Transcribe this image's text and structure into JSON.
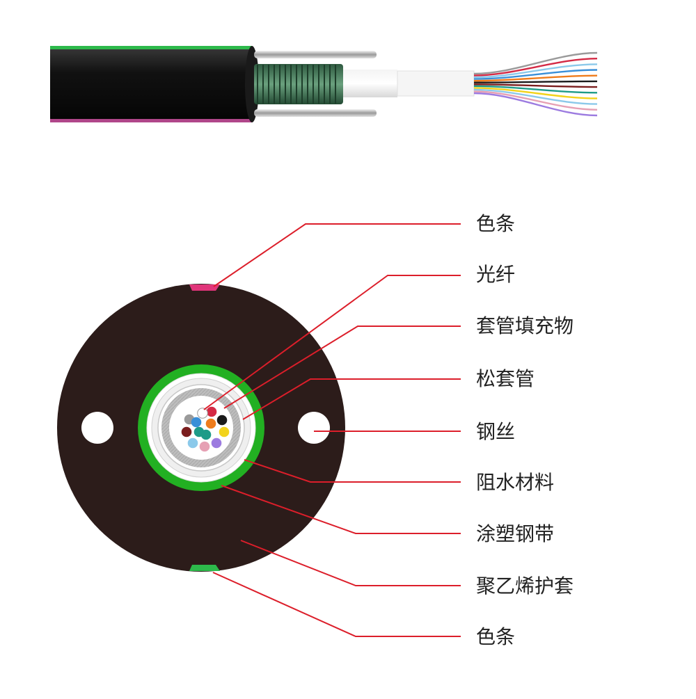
{
  "labels": [
    {
      "text": "色条"
    },
    {
      "text": "光纤"
    },
    {
      "text": "套管填充物"
    },
    {
      "text": "松套管"
    },
    {
      "text": "钢丝"
    },
    {
      "text": "阻水材料"
    },
    {
      "text": "涂塑钢带"
    },
    {
      "text": "聚乙烯护套"
    },
    {
      "text": "色条"
    }
  ],
  "colors": {
    "leader": "#dc1e2a",
    "jacket": "#2c1c1a",
    "steel_tape": "#22b022",
    "stripe_top": "#e0357a",
    "stripe_bottom": "#2db94b",
    "tube_fill": "#bcbcbc",
    "fiber_colors": [
      "#9a9a9a",
      "#d42a45",
      "#8bc9ea",
      "#3a8fd8",
      "#ef7c1c",
      "#1a1a1a",
      "#7a1d1d",
      "#1e9b88",
      "#f2d31c",
      "#8bc9ea",
      "#e6a0b4",
      "#9c7be0"
    ]
  }
}
